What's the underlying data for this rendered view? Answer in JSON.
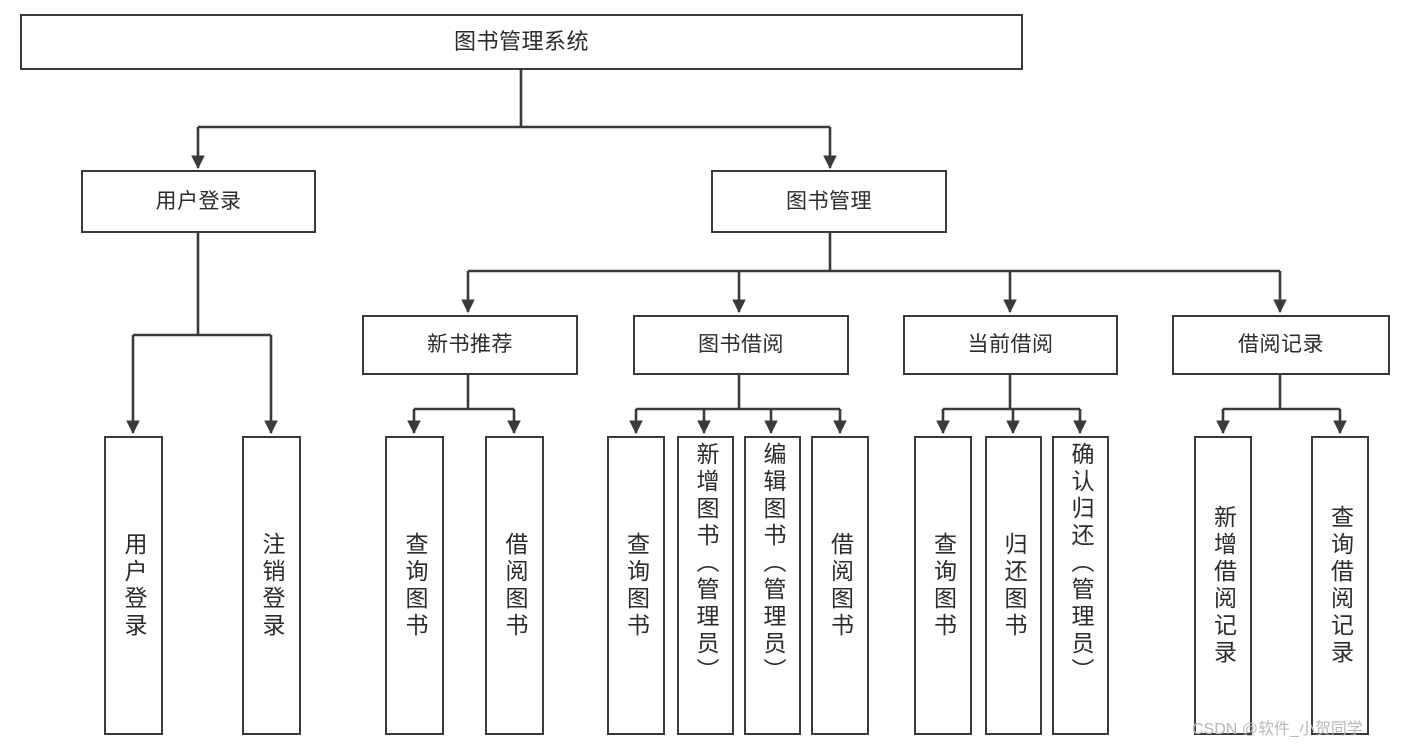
{
  "diagram": {
    "title": "图书管理系统",
    "type": "functional-structure-tree",
    "watermark": "CSDN @软件_小贺同学",
    "colors": {
      "background": "#ffffff",
      "box_border": "#3a3a3a",
      "box_fill": "#ffffff",
      "text": "#2b2b2b",
      "edge": "#3a3a3a",
      "watermark": "#b9b9b9"
    },
    "levels": {
      "root": "图书管理系统",
      "level2": [
        "用户登录",
        "图书管理"
      ],
      "level3": [
        "新书推荐",
        "图书借阅",
        "当前借阅",
        "借阅记录"
      ]
    },
    "nodes": {
      "root": {
        "id": "root",
        "label": "图书管理系统",
        "level": 1
      },
      "user_login": {
        "id": "user_login",
        "label": "用户登录",
        "level": 2,
        "parent": "root"
      },
      "book_mgmt": {
        "id": "book_mgmt",
        "label": "图书管理",
        "level": 2,
        "parent": "root"
      },
      "new_book_rec": {
        "id": "new_book_rec",
        "label": "新书推荐",
        "level": 3,
        "parent": "book_mgmt"
      },
      "book_borrow": {
        "id": "book_borrow",
        "label": "图书借阅",
        "level": 3,
        "parent": "book_mgmt"
      },
      "current_borrow": {
        "id": "current_borrow",
        "label": "当前借阅",
        "level": 3,
        "parent": "book_mgmt"
      },
      "borrow_record": {
        "id": "borrow_record",
        "label": "借阅记录",
        "level": 3,
        "parent": "book_mgmt"
      },
      "leaf_1": {
        "id": "leaf_1",
        "label": "用户登录",
        "level": 4,
        "parent": "user_login"
      },
      "leaf_2": {
        "id": "leaf_2",
        "label": "注销登录",
        "level": 4,
        "parent": "user_login"
      },
      "leaf_3": {
        "id": "leaf_3",
        "label": "查询图书",
        "level": 4,
        "parent": "new_book_rec"
      },
      "leaf_4": {
        "id": "leaf_4",
        "label": "借阅图书",
        "level": 4,
        "parent": "new_book_rec"
      },
      "leaf_5": {
        "id": "leaf_5",
        "label": "查询图书",
        "level": 4,
        "parent": "book_borrow"
      },
      "leaf_6": {
        "id": "leaf_6",
        "label": "新增图书（管理员）",
        "level": 4,
        "parent": "book_borrow"
      },
      "leaf_7": {
        "id": "leaf_7",
        "label": "编辑图书（管理员）",
        "level": 4,
        "parent": "book_borrow"
      },
      "leaf_8": {
        "id": "leaf_8",
        "label": "借阅图书",
        "level": 4,
        "parent": "book_borrow"
      },
      "leaf_9": {
        "id": "leaf_9",
        "label": "查询图书",
        "level": 4,
        "parent": "current_borrow"
      },
      "leaf_10": {
        "id": "leaf_10",
        "label": "归还图书",
        "level": 4,
        "parent": "current_borrow"
      },
      "leaf_11": {
        "id": "leaf_11",
        "label": "确认归还（管理员）",
        "level": 4,
        "parent": "current_borrow"
      },
      "leaf_12": {
        "id": "leaf_12",
        "label": "新增借阅记录",
        "level": 4,
        "parent": "borrow_record"
      },
      "leaf_13": {
        "id": "leaf_13",
        "label": "查询借阅记录",
        "level": 4,
        "parent": "borrow_record"
      }
    },
    "edges": [
      {
        "from": "root",
        "to": "user_login"
      },
      {
        "from": "root",
        "to": "book_mgmt"
      },
      {
        "from": "book_mgmt",
        "to": "new_book_rec"
      },
      {
        "from": "book_mgmt",
        "to": "book_borrow"
      },
      {
        "from": "book_mgmt",
        "to": "current_borrow"
      },
      {
        "from": "book_mgmt",
        "to": "borrow_record"
      },
      {
        "from": "user_login",
        "to": "leaf_1"
      },
      {
        "from": "user_login",
        "to": "leaf_2"
      },
      {
        "from": "new_book_rec",
        "to": "leaf_3"
      },
      {
        "from": "new_book_rec",
        "to": "leaf_4"
      },
      {
        "from": "book_borrow",
        "to": "leaf_5"
      },
      {
        "from": "book_borrow",
        "to": "leaf_6"
      },
      {
        "from": "book_borrow",
        "to": "leaf_7"
      },
      {
        "from": "book_borrow",
        "to": "leaf_8"
      },
      {
        "from": "current_borrow",
        "to": "leaf_9"
      },
      {
        "from": "current_borrow",
        "to": "leaf_10"
      },
      {
        "from": "current_borrow",
        "to": "leaf_11"
      },
      {
        "from": "borrow_record",
        "to": "leaf_12"
      },
      {
        "from": "borrow_record",
        "to": "leaf_13"
      }
    ]
  }
}
